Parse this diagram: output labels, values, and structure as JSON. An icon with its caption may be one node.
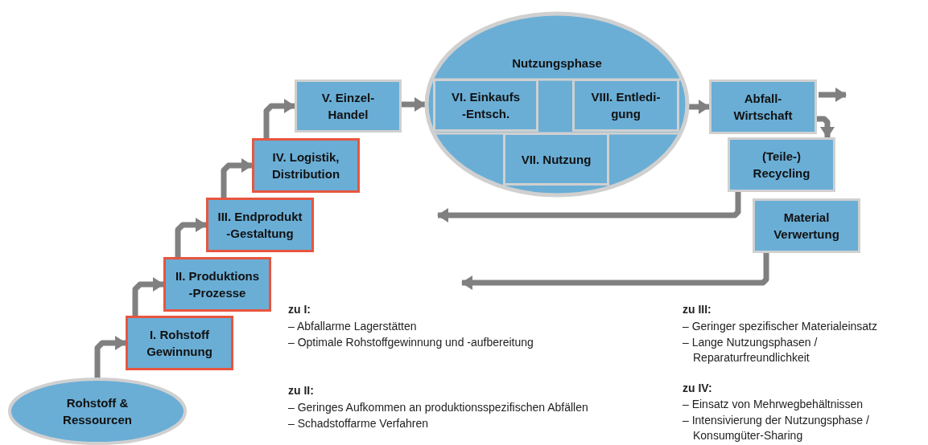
{
  "diagram": {
    "nodes": [
      {
        "text": [
          "Rohstoff & Ressourcen"
        ]
      },
      {
        "text": [
          "I. Rohstoff Gewinnung"
        ]
      },
      {
        "text": [
          "II. Produktions -Prozesse"
        ]
      },
      {
        "text": [
          "III. Endprodukt -Gestaltung"
        ]
      },
      {
        "text": [
          "IV. Logistik, Distribution"
        ]
      },
      {
        "text": [
          "V. Einzel- Handel"
        ]
      },
      {
        "text": [
          "Nutzungsphase"
        ]
      },
      {
        "text": [
          "VI. Einkaufs -Entsch."
        ],
        "in": 6
      },
      {
        "text": [
          "VIII. Entledi- gung"
        ],
        "in": 6
      },
      {
        "text": [
          "VII. Nutzung"
        ],
        "in": 6
      },
      {
        "text": [
          "Abfall- Wirtschaft"
        ]
      },
      {
        "text": [
          "(Teile-) Recycling"
        ]
      },
      {
        "text": [
          "Material Verwertung"
        ]
      }
    ],
    "edges": [
      {
        "from": 0,
        "to": 1,
        "arrow": "to"
      },
      {
        "from": 1,
        "to": 2,
        "arrow": "to"
      },
      {
        "from": 2,
        "to": 3,
        "arrow": "to"
      },
      {
        "from": 3,
        "to": 4,
        "arrow": "to"
      },
      {
        "from": 4,
        "to": 5,
        "arrow": "to"
      },
      {
        "from": 5,
        "to": 6,
        "arrow": "to"
      },
      {
        "from": 6,
        "to": 10,
        "arrow": "to"
      },
      {
        "from": 10,
        "to": null,
        "arrow": "to"
      },
      {
        "from": 10,
        "to": 11,
        "arrow": "to"
      },
      {
        "from": 11,
        "to": null,
        "arrow": "to"
      },
      {
        "from": 12,
        "to": null,
        "arrow": "to"
      }
    ],
    "labels": [
      "zu I:",
      "– Abfallarme Lagerstätten",
      "– Optimale Rohstoffgewinnung und -aufbereitung",
      "zu II:",
      "– Geringes Aufkommen an produktionsspezifischen Abfällen",
      "– Schadstoffarme Verfahren",
      "zu III:",
      "– Geringer spezifischer Materialeinsatz",
      "– Lange Nutzungsphasen / Reparaturfreundlichkeit",
      "zu IV:",
      "– Einsatz von Mehrwegbehältnissen",
      "– Intensivierung der Nutzungsphase / Konsumgüter-Sharing"
    ]
  }
}
